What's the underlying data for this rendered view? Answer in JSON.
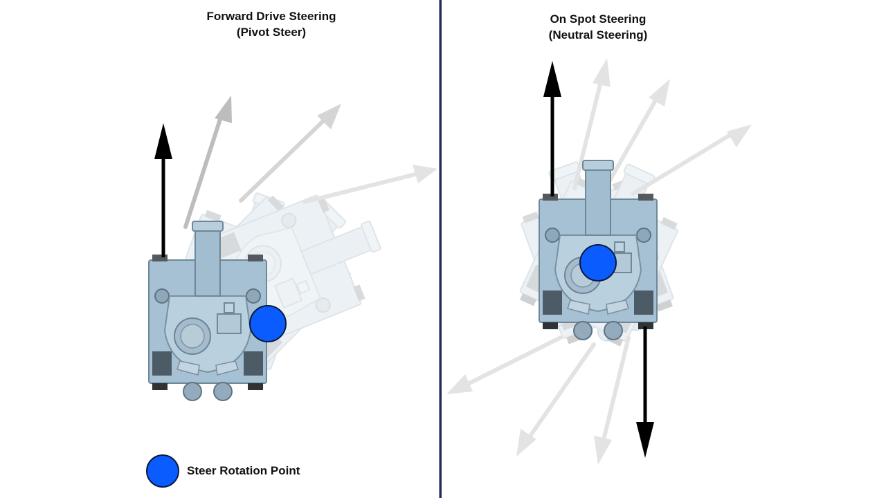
{
  "panels": {
    "left": {
      "title_line1": "Forward Drive Steering",
      "title_line2": "(Pivot Steer)"
    },
    "right": {
      "title_line1": "On Spot Steering",
      "title_line2": "(Neutral Steering)"
    }
  },
  "legend": {
    "label": "Steer Rotation Point",
    "icon": "blue-circle"
  },
  "colors": {
    "rotation_point": "#0a5cff",
    "tank_body": "#a9c4d6",
    "arrow_primary": "#000000",
    "arrow_ghost": "#e3e3e3",
    "divider": "#1f2d5c"
  }
}
